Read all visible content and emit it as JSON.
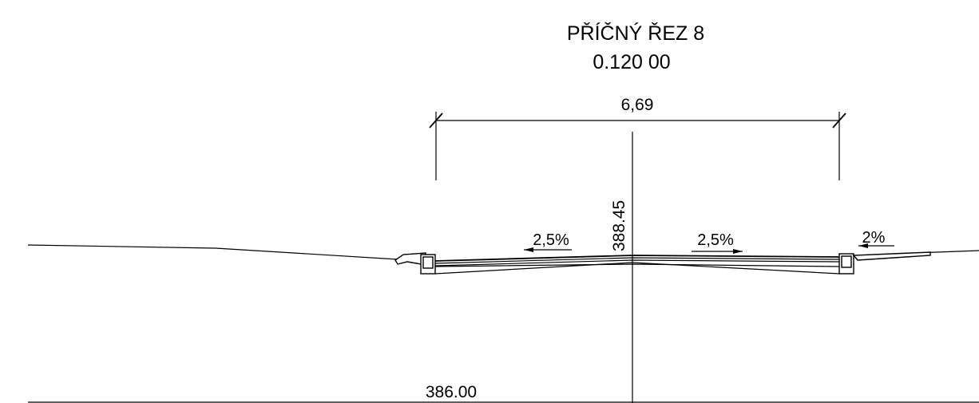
{
  "section": {
    "title": "PŘÍČNÝ ŘEZ 8",
    "station": "0.120 00"
  },
  "dimensions": {
    "overall_width": "6,69"
  },
  "elevations": {
    "axis_elevation": "388.45",
    "datum_elevation": "386.00"
  },
  "slopes": {
    "left_lane": "2,5%",
    "right_lane": "2,5%",
    "right_shoulder": "2%"
  }
}
